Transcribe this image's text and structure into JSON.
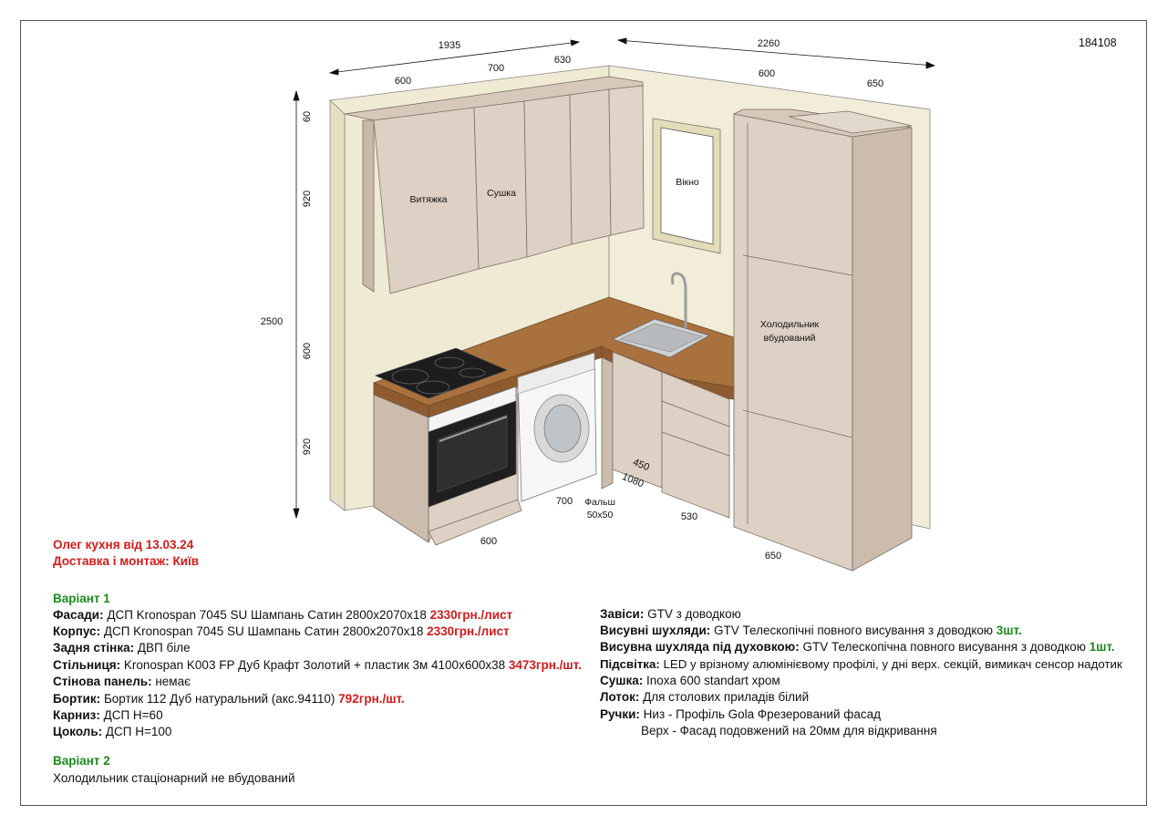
{
  "order_number": "184108",
  "dimensions": {
    "top_left_total": "1935",
    "top_right_total": "2260",
    "upper_600": "600",
    "upper_700": "700",
    "upper_630": "630",
    "right_600": "600",
    "right_650": "650",
    "height_total": "2500",
    "v_60": "60",
    "v_920_top": "920",
    "v_600": "600",
    "v_920_bottom": "920",
    "bottom_600": "600",
    "bottom_700": "700",
    "bottom_450": "450",
    "bottom_1080": "1080",
    "bottom_530": "530",
    "bottom_650": "650"
  },
  "labels": {
    "hood": "Витяжка",
    "dryer": "Сушка",
    "window": "Вікно",
    "fridge_line1": "Холодильник",
    "fridge_line2": "вбудований",
    "filler_line1": "Фальш",
    "filler_line2": "50x50"
  },
  "header": {
    "client": "Олег кухня від 13.03.24",
    "delivery": "Доставка і монтаж: Київ"
  },
  "variant1": {
    "title": "Варіант 1",
    "specs": [
      {
        "label": "Фасади:",
        "value": " ДСП Kronospan 7045 SU Шампань Сатин 2800x2070x18 ",
        "price": "2330грн./лист"
      },
      {
        "label": "Корпус:",
        "value": " ДСП Kronospan 7045 SU Шампань Сатин 2800x2070x18 ",
        "price": "2330грн./лист"
      },
      {
        "label": "Задня стінка:",
        "value": " ДВП біле",
        "price": ""
      },
      {
        "label": "Стільниця:",
        "value": " Kronospan K003 FP Дуб Крафт Золотий + пластик 3м 4100x600x38 ",
        "price": "3473грн./шт."
      },
      {
        "label": "Стінова панель:",
        "value": " немає",
        "price": ""
      },
      {
        "label": "Бортик:",
        "value": " Бортик 112 Дуб натуральний (акс.94110) ",
        "price": "792грн./шт."
      },
      {
        "label": "Карниз:",
        "value": " ДСП Н=60",
        "price": ""
      },
      {
        "label": "Цоколь:",
        "value": " ДСП Н=100",
        "price": ""
      }
    ]
  },
  "variant2": {
    "title": "Варіант 2",
    "text": "Холодильник стаціонарний не вбудований"
  },
  "hardware": [
    {
      "label": "Завіси:",
      "value": " GTV з доводкою",
      "extra": ""
    },
    {
      "label": "Висувні шухляди:",
      "value": " GTV Телескопічні повного висування з доводкою ",
      "extra": "3шт."
    },
    {
      "label": "Висувна шухляда під духовкою:",
      "value": " GTV Телескопічна повного висування з доводкою ",
      "extra": "1шт."
    },
    {
      "label": "Підсвітка:",
      "value": " LED у врізному алюмінієвому профілі, у дні верх. секцій, вимикач сенсор надотик",
      "extra": ""
    },
    {
      "label": "Сушка:",
      "value": " Inoxa 600 standart хром",
      "extra": ""
    },
    {
      "label": "Лоток:",
      "value": " Для столових приладів білий",
      "extra": ""
    },
    {
      "label": "Ручки:",
      "value": " Низ - Профіль Gola Фрезерований фасад",
      "extra": ""
    }
  ],
  "handles_upper": "Верх - Фасад подовжений на 20мм для відкривання",
  "colors": {
    "wall": "#f0ecd6",
    "cabinet": "#ddd0c4",
    "cabinet_dark": "#cbbcae",
    "countertop": "#a9713e",
    "price_red": "#d11b1b",
    "qty_green": "#1c8a1c"
  }
}
